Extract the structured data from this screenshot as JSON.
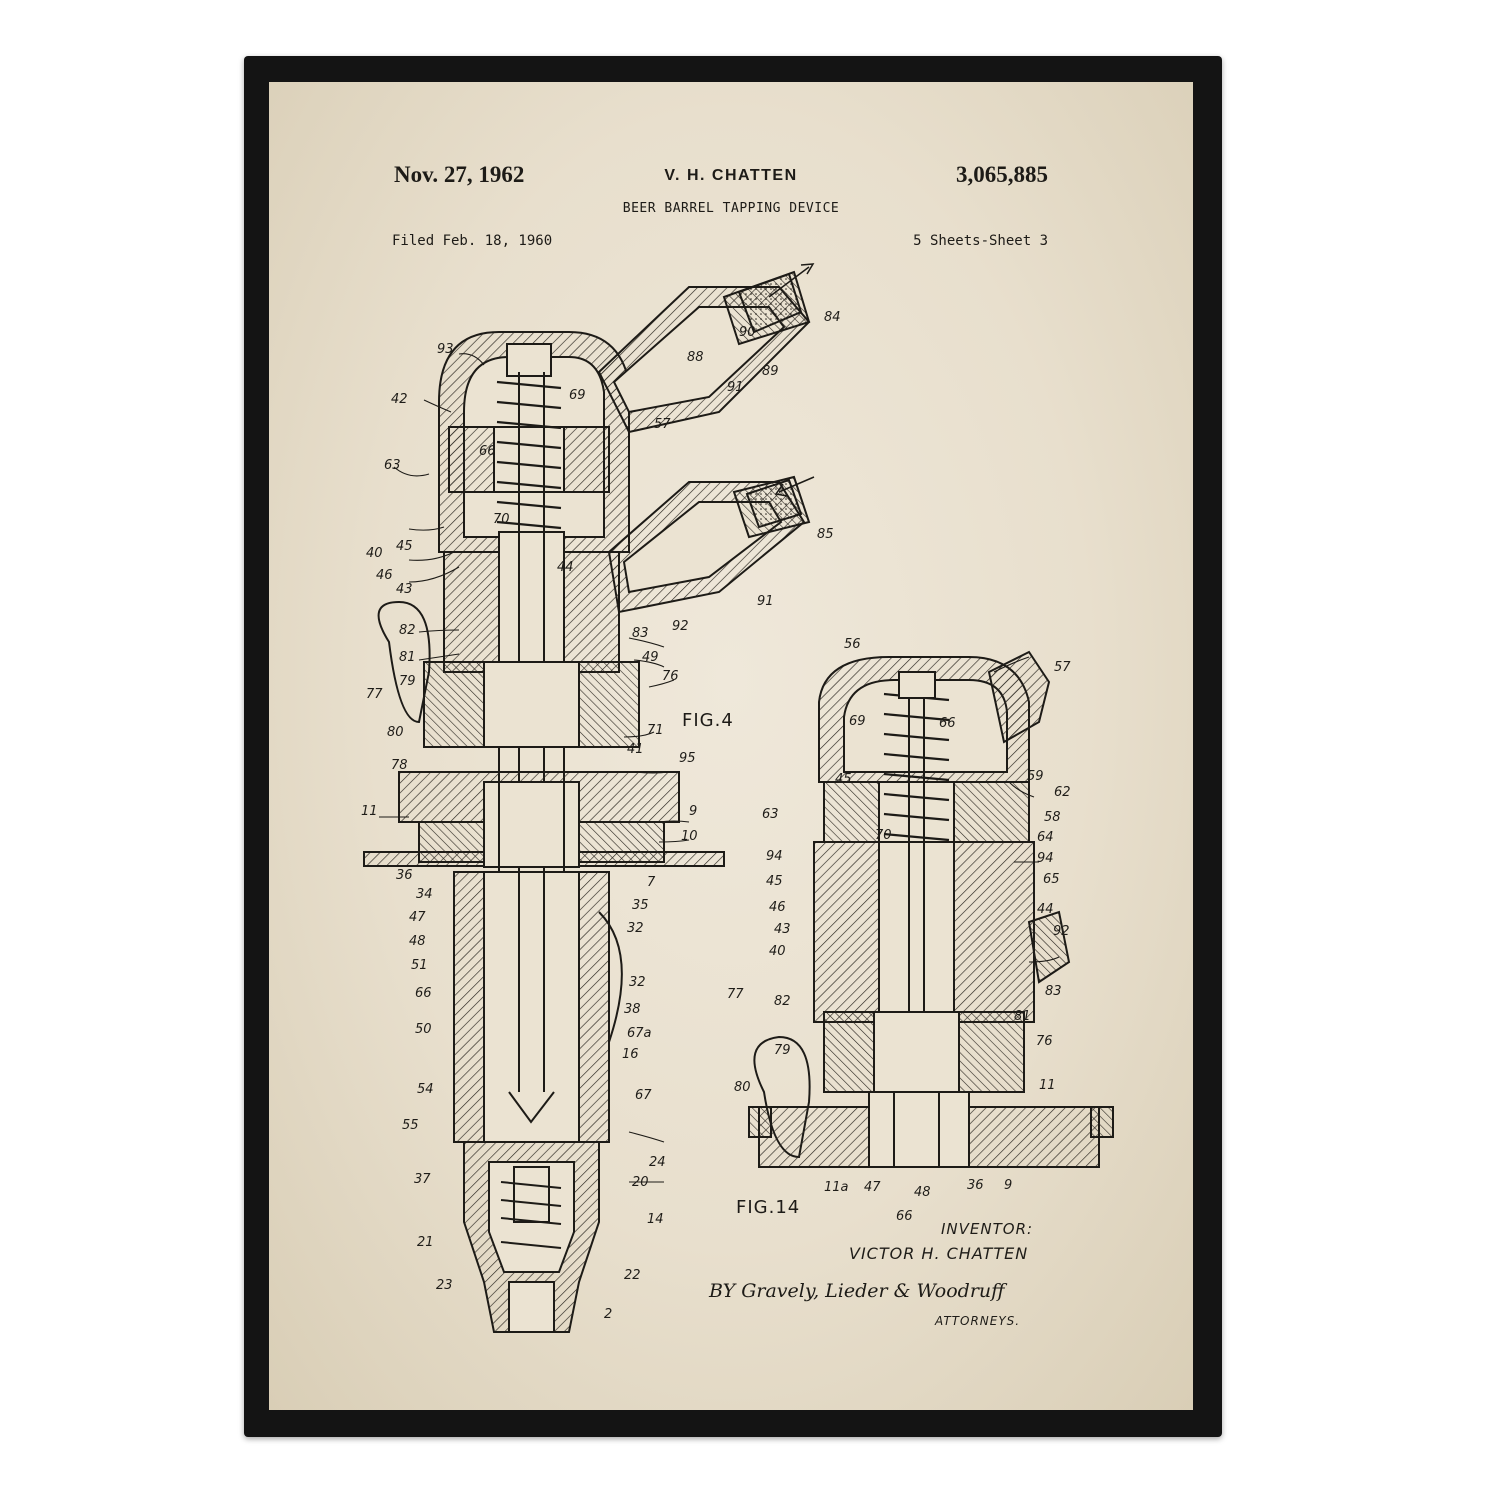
{
  "header": {
    "date": "Nov. 27, 1962",
    "inventor": "V. H. CHATTEN",
    "patent_number": "3,065,885",
    "title": "BEER BARREL TAPPING DEVICE",
    "filed": "Filed Feb. 18, 1960",
    "sheets": "5 Sheets-Sheet 3"
  },
  "figures": {
    "fig4": "FIG.4",
    "fig14": "FIG.14"
  },
  "signature": {
    "inventor_label": "INVENTOR:",
    "inventor_name": "VICTOR H. CHATTEN",
    "by_line": "BY Gravely, Lieder & Woodruff",
    "attorneys": "ATTORNEYS."
  },
  "colors": {
    "paper": "#e9e1cf",
    "ink": "#1d1b17",
    "frame": "#141414"
  },
  "ref_numerals_fig4": [
    "93",
    "42",
    "88",
    "90",
    "84",
    "89",
    "91",
    "57",
    "69",
    "66",
    "63",
    "70",
    "45",
    "85",
    "40",
    "46",
    "44",
    "43",
    "91",
    "92",
    "82",
    "83",
    "81",
    "49",
    "77",
    "79",
    "76",
    "80",
    "71",
    "41",
    "78",
    "95",
    "11",
    "9",
    "10",
    "36",
    "34",
    "7",
    "35",
    "47",
    "32",
    "48",
    "51",
    "32",
    "66",
    "38",
    "50",
    "67a",
    "16",
    "54",
    "67",
    "55",
    "24",
    "37",
    "20",
    "14",
    "21",
    "23",
    "22",
    "2"
  ],
  "ref_numerals_fig14": [
    "56",
    "57",
    "69",
    "66",
    "45",
    "59",
    "62",
    "58",
    "63",
    "70",
    "64",
    "94",
    "94",
    "65",
    "45",
    "46",
    "44",
    "43",
    "92",
    "40",
    "83",
    "77",
    "82",
    "81",
    "76",
    "79",
    "80",
    "11",
    "11a",
    "47",
    "48",
    "36",
    "9",
    "66"
  ]
}
